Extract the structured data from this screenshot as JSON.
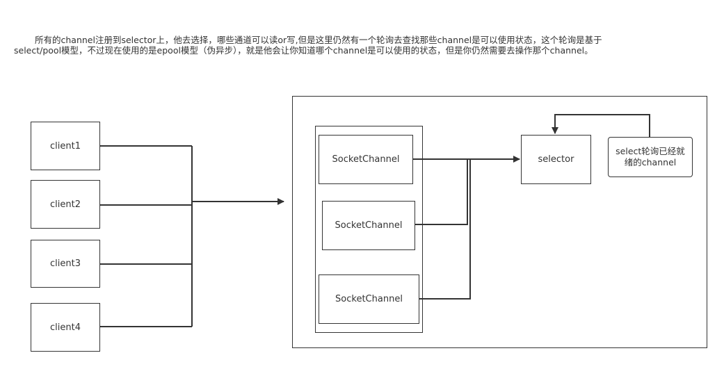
{
  "description": {
    "line1": "所有的channel注册到selector上，他去选择，哪些通道可以读or写,但是这里仍然有一个轮询去查找那些channel是可以使用状态，这个轮询是基于",
    "line2": "select/pool模型，不过现在使用的是epool模型（伪异步），就是他会让你知道哪个channel是可以使用的状态，但是你仍然需要去操作那个channel。"
  },
  "clients": [
    "client1",
    "client2",
    "client3",
    "client4"
  ],
  "socket_channels": [
    "SocketChannel",
    "SocketChannel",
    "SocketChannel"
  ],
  "selector": "selector",
  "note": "select轮询已经就绪的channel",
  "colors": {
    "stroke": "#333333",
    "background": "#ffffff"
  }
}
